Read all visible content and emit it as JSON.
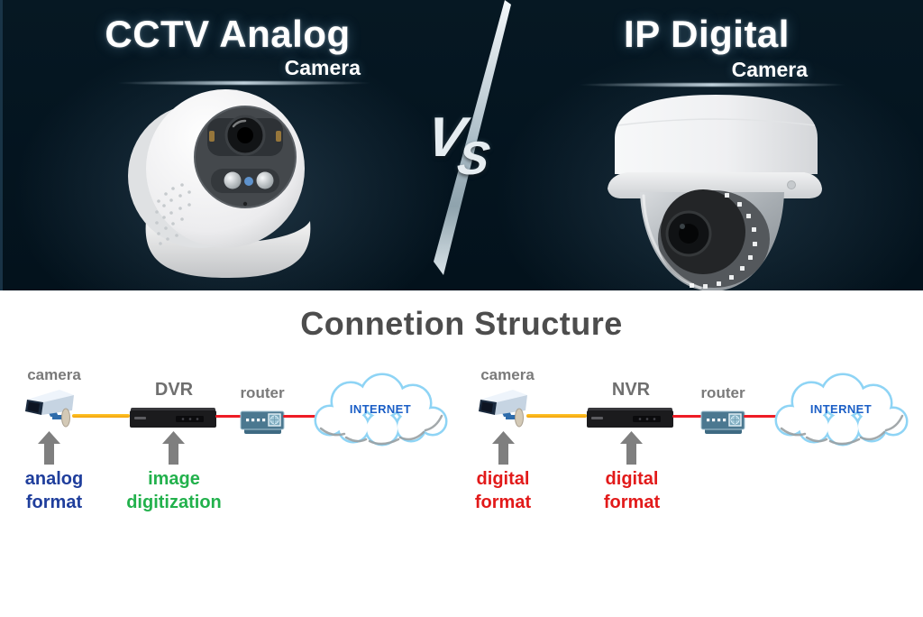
{
  "hero": {
    "left": {
      "title": "CCTV Analog",
      "subtitle": "Camera"
    },
    "right": {
      "title": "IP Digital",
      "subtitle": "Camera"
    },
    "vs": {
      "v": "V",
      "s": "S"
    }
  },
  "section": {
    "heading": "Connetion Structure"
  },
  "diagram_left": {
    "camera_label": "camera",
    "recorder_label": "DVR",
    "router_label": "router",
    "internet_label": "INTERNET",
    "annotation_camera": {
      "line1": "analog",
      "line2": "format"
    },
    "annotation_recorder": {
      "line1": "image",
      "line2": "digitization"
    }
  },
  "diagram_right": {
    "camera_label": "camera",
    "recorder_label": "NVR",
    "router_label": "router",
    "internet_label": "INTERNET",
    "annotation_camera": {
      "line1": "digital",
      "line2": "format"
    },
    "annotation_recorder": {
      "line1": "digital",
      "line2": "format"
    }
  },
  "colors": {
    "hero_background": "#04141f",
    "title_text": "#ffffff",
    "heading_text": "#4d4d4d",
    "device_label_gray": "#7a7a7a",
    "analog_format_blue": "#1f3e9c",
    "image_digitization_green": "#22b14c",
    "digital_format_red": "#e21a1a",
    "analog_cable_yellow": "#f6b40e",
    "digital_cable_red": "#ee1c25",
    "cloud_outline_blue": "#8ed4f5",
    "internet_text_blue": "#1a5ec6",
    "router_body_teal": "#4b7890",
    "arrow_gray": "#7f7f7f"
  }
}
